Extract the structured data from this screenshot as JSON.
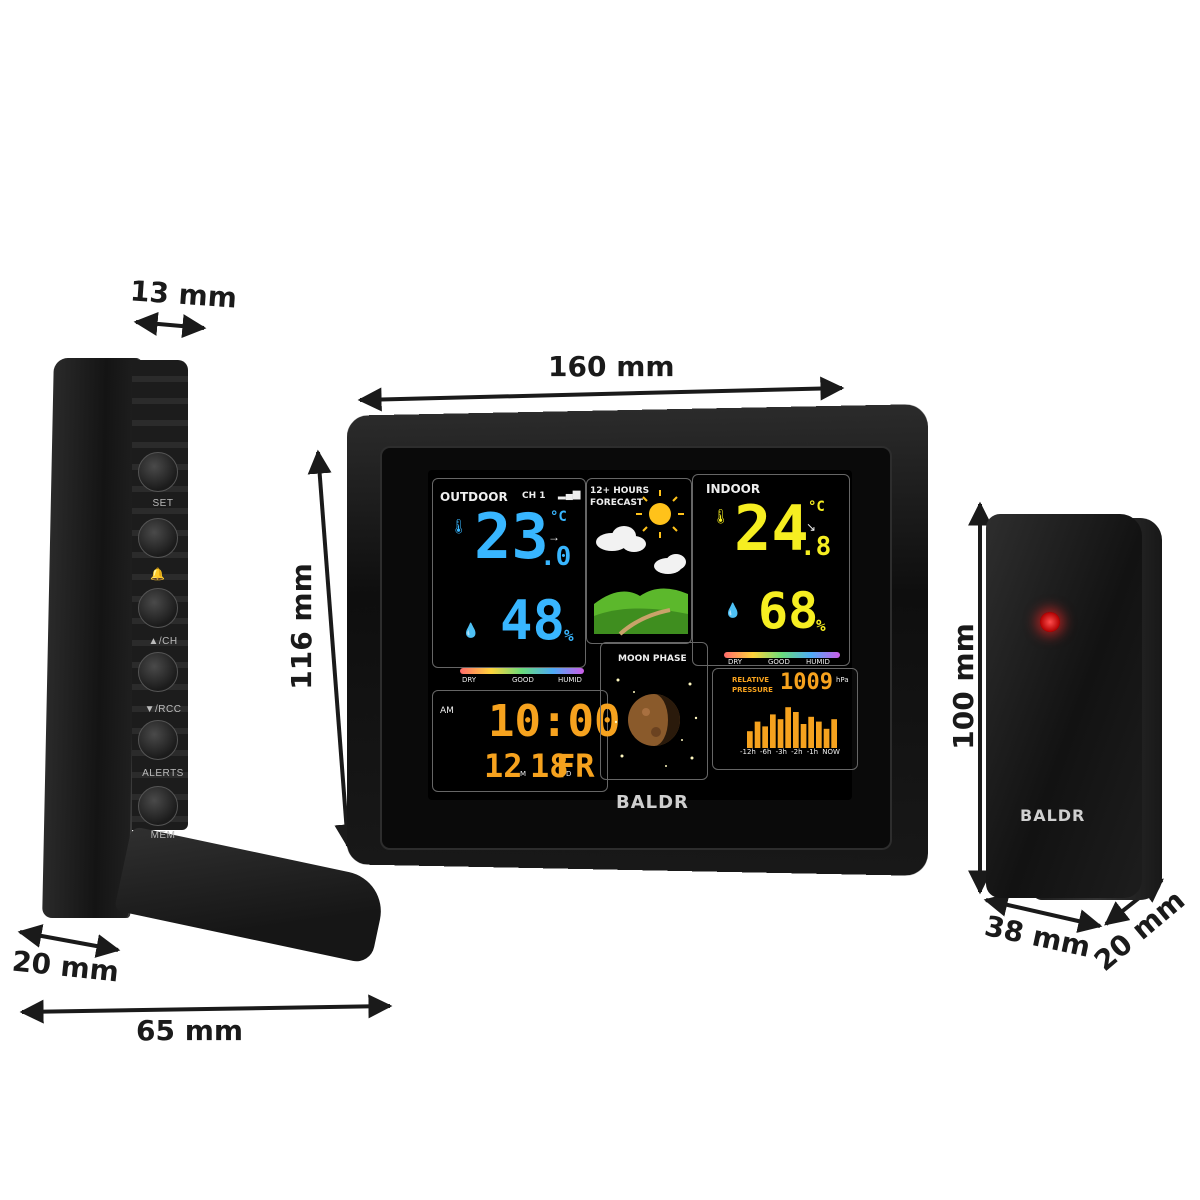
{
  "dimensions": {
    "side_thickness": "13 mm",
    "main_width": "160 mm",
    "main_height": "116 mm",
    "stand_depth": "20 mm",
    "side_depth": "65 mm",
    "sensor_height": "100 mm",
    "sensor_width": "38 mm",
    "sensor_depth": "20 mm"
  },
  "side_buttons": {
    "labels": [
      "SET",
      "▲/CH",
      "▼/RCC",
      "ALERTS",
      "MEM"
    ]
  },
  "brand": "BALDR",
  "outdoor": {
    "label": "OUTDOOR",
    "ch": "CH 1",
    "temp": "23",
    "temp_dec": ".0",
    "unit_c": "°C",
    "humidity": "48",
    "pct": "%",
    "scale": [
      "DRY",
      "GOOD",
      "HUMID"
    ]
  },
  "forecast": {
    "title_line1": "12+ HOURS",
    "title_line2": "FORECAST"
  },
  "moon": {
    "title": "MOON PHASE"
  },
  "indoor": {
    "label": "INDOOR",
    "temp": "24",
    "temp_dec": ".8",
    "unit_c": "°C",
    "humidity": "68",
    "pct": "%",
    "scale": [
      "DRY",
      "GOOD",
      "HUMID"
    ]
  },
  "clock": {
    "ampm": "AM",
    "time": "10:00",
    "month": "12",
    "m": "M",
    "day": "18",
    "d": "D",
    "weekday": "FR"
  },
  "pressure": {
    "label_line1": "RELATIVE",
    "label_line2": "PRESSURE",
    "value": "1009",
    "unit": "hPa",
    "axis": [
      "-12h",
      "-6h",
      "-3h",
      "-2h",
      "-1h",
      "NOW"
    ],
    "history": [
      0.35,
      0.55,
      0.45,
      0.7,
      0.6,
      0.85,
      0.75,
      0.5,
      0.65,
      0.55,
      0.4,
      0.6
    ]
  },
  "colors": {
    "outdoor_digits": "#38b6ff",
    "indoor_digits": "#f6ee21",
    "clock_digits": "#f6a21e",
    "sensor_led": "#ff2a2a"
  }
}
